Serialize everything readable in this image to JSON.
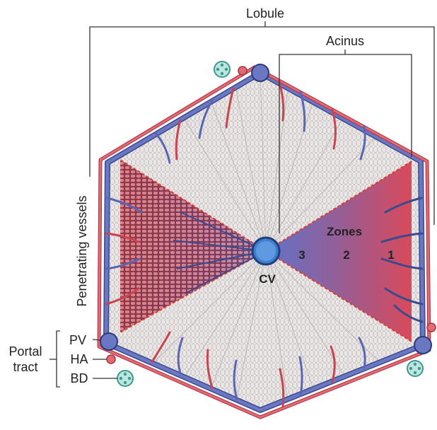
{
  "labels": {
    "lobule": "Lobule",
    "acinus": "Acinus",
    "zones": "Zones",
    "zone3": "3",
    "zone2": "2",
    "zone1": "1",
    "cv": "CV",
    "penetrating_vessels": "Penetrating vessels",
    "portal_tract_line1": "Portal",
    "portal_tract_line2": "tract",
    "pv": "PV",
    "ha": "HA",
    "bd": "BD"
  },
  "colors": {
    "portal_vein": "#5865b0",
    "hepatic_artery": "#d9535e",
    "bile_duct": "#3a9a8f",
    "central_vein": "#3e7fd0",
    "zone1": "#d94a5a",
    "zone3": "#6a6fc0",
    "hepatocyte_cords": "#ece7e7",
    "acinus_boundary": "#e03a2a"
  }
}
